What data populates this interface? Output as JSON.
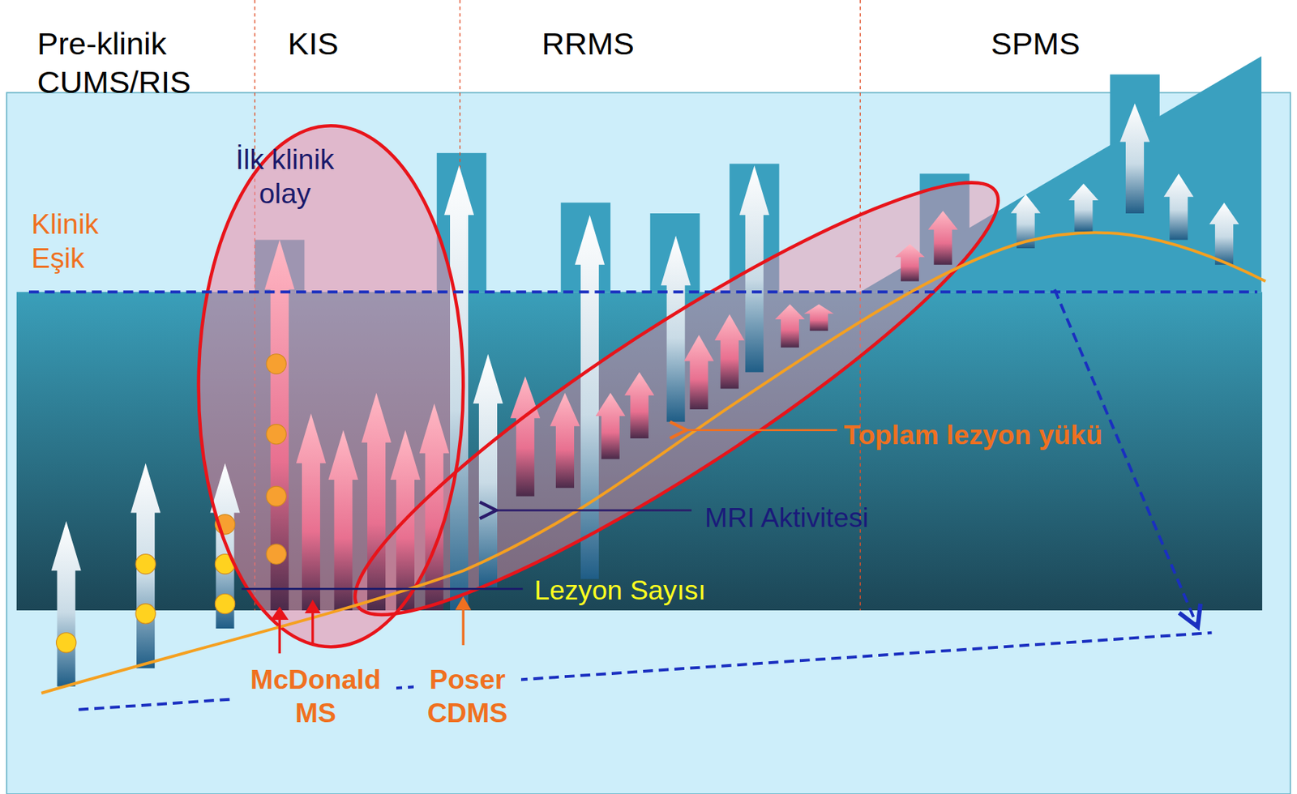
{
  "diagram": {
    "labels": [
      "Pre-klinik CUMS/RIS",
      "KIS",
      "RRMS",
      "SPMS",
      "İlk klinik olay",
      "Klinik Eşik",
      "Toplam lezyon yükü",
      "MRI Aktivitesi",
      "Lezyon Sayısı",
      "McDonald MS",
      "Poser CDMS"
    ]
  }
}
